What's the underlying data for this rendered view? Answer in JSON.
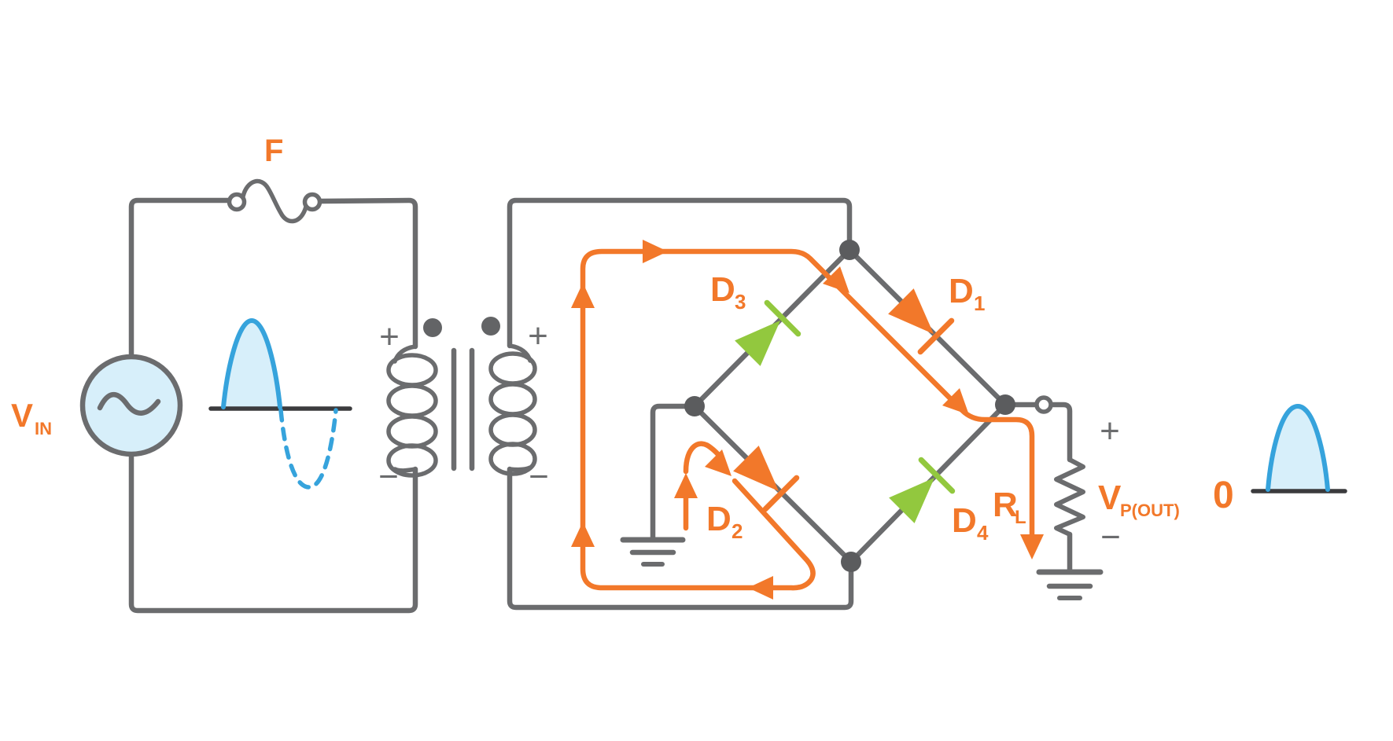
{
  "diagram": {
    "kind": "circuit-schematic",
    "subject": "Full-wave bridge rectifier with transformer during positive half cycle"
  },
  "colors": {
    "orange": "#F2782A",
    "green": "#92C83E",
    "wire_gray": "#6B6C6E",
    "node_gray": "#5B5C5E",
    "blue": "#36A3DC",
    "light_blue": "#D7EFFA",
    "baseline_dark": "#3B3B3D",
    "background": "#FFFFFF"
  },
  "labels": {
    "fuse": "F",
    "vin": {
      "base": "V",
      "sub": "IN"
    },
    "vout": {
      "base": "V",
      "sub": "P(OUT)"
    },
    "rl": {
      "base": "R",
      "sub": "L"
    },
    "d1": {
      "base": "D",
      "sub": "1"
    },
    "d2": {
      "base": "D",
      "sub": "2"
    },
    "d3": {
      "base": "D",
      "sub": "3"
    },
    "d4": {
      "base": "D",
      "sub": "4"
    },
    "zero": "0",
    "primary_plus": "+",
    "primary_minus": "−",
    "secondary_plus": "+",
    "secondary_minus": "−",
    "output_plus": "+",
    "output_minus": "−"
  },
  "components": {
    "ac_source": "AC sine voltage source",
    "fuse": "fuse",
    "transformer": "transformer with polarity dots, two-line core, primary and secondary windings",
    "bridge": "four-diode bridge: D1 and D2 conducting (orange), D3 and D4 off (green)",
    "load_resistor": "load resistor",
    "output_terminal": "open-circle output terminal",
    "grounds": "two earth-ground symbols",
    "current_path": "orange arrowed loop showing current direction"
  },
  "waveforms": {
    "input": {
      "type": "sine",
      "positive_half": "solid filled light-blue hump",
      "negative_half": "dashed blue hump below baseline"
    },
    "output": {
      "type": "half-sine pulse",
      "baseline_label": "0",
      "positive_half": "solid filled light-blue hump"
    }
  }
}
